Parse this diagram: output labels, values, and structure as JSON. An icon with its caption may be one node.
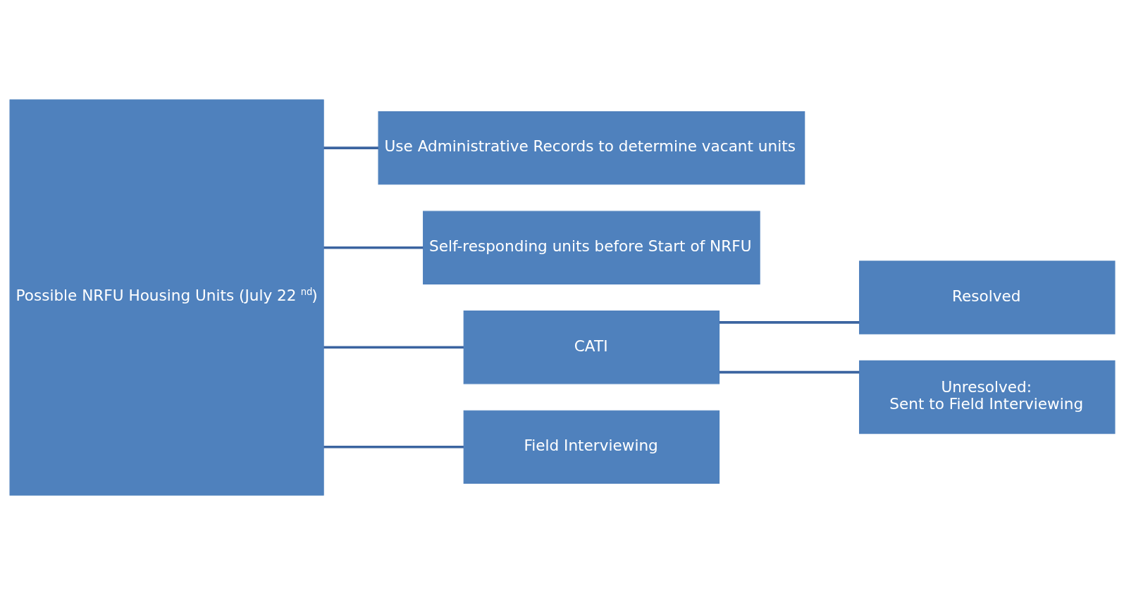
{
  "diagram": {
    "nodes": [
      {
        "text": [
          "Possible NRFU Housing Units (July 22$^{nd}$)"
        ]
      },
      {
        "text": [
          "Use Administrative Records to determine vacant units"
        ]
      },
      {
        "text": [
          "Self-responding units before Start of NRFU"
        ]
      },
      {
        "text": [
          "CATI"
        ]
      },
      {
        "text": [
          "Field Interviewing"
        ]
      },
      {
        "text": [
          "Resolved"
        ]
      },
      {
        "text": [
          "Unresolved:",
          "Sent to Field Interviewing"
        ]
      }
    ],
    "edges": [
      {
        "from": 0,
        "to": 1,
        "arrow": "none"
      },
      {
        "from": 0,
        "to": 2,
        "arrow": "none"
      },
      {
        "from": 0,
        "to": 3,
        "arrow": "none"
      },
      {
        "from": 0,
        "to": 4,
        "arrow": "none"
      },
      {
        "from": 3,
        "to": 5,
        "arrow": "none"
      },
      {
        "from": 3,
        "to": 6,
        "arrow": "none"
      }
    ]
  }
}
